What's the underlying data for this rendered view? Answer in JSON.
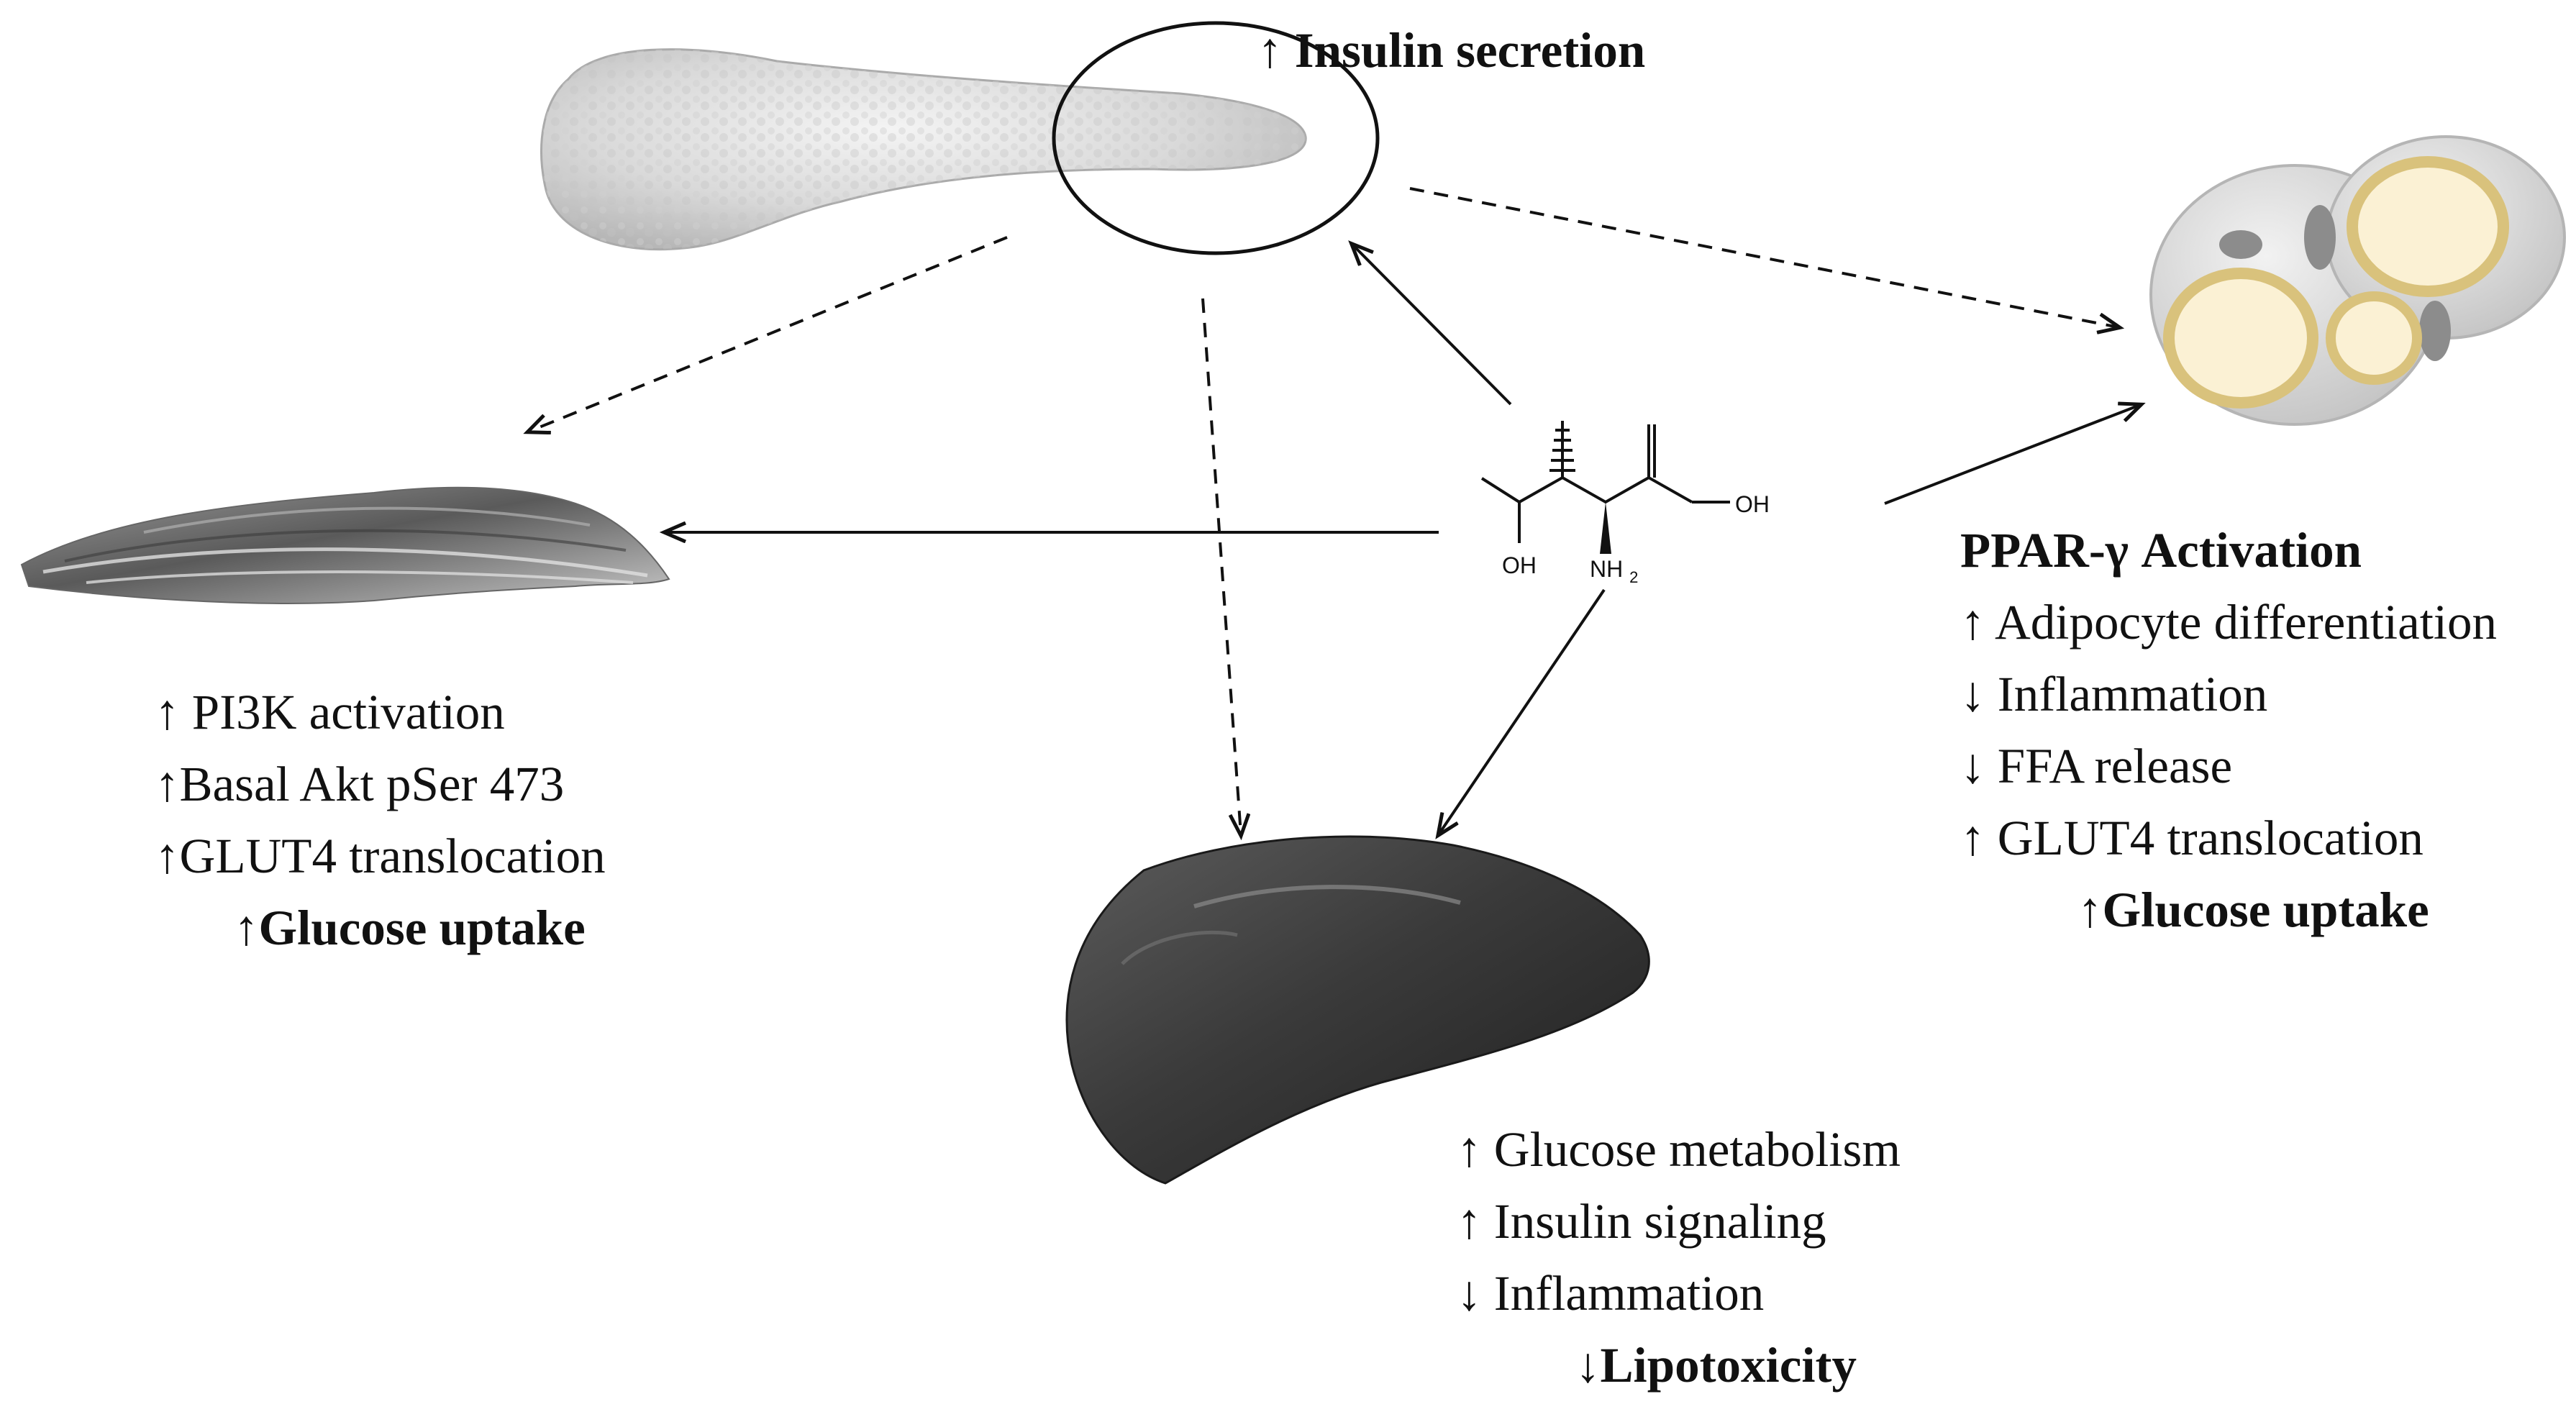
{
  "pancreas": {
    "label": "↑ Insulin secretion"
  },
  "muscle": {
    "lines": [
      "↑ PI3K activation",
      "↑Basal Akt pSer 473",
      "↑GLUT4 translocation"
    ],
    "result": "↑Glucose uptake"
  },
  "adipose": {
    "heading": "PPAR-γ Activation",
    "lines": [
      "↑ Adipocyte differentiation",
      "↓ Inflammation",
      "↓ FFA release",
      "↑ GLUT4 translocation"
    ],
    "result": "↑Glucose uptake"
  },
  "liver": {
    "lines": [
      "↑ Glucose metabolism",
      "↑ Insulin signaling",
      "↓ Inflammation"
    ],
    "result": "↓Lipotoxicity"
  },
  "molecule": {
    "label_oh_carboxyl": "OH",
    "label_oh_hydroxyl": "OH",
    "label_amine": "NH",
    "label_amine_sub": "2"
  }
}
